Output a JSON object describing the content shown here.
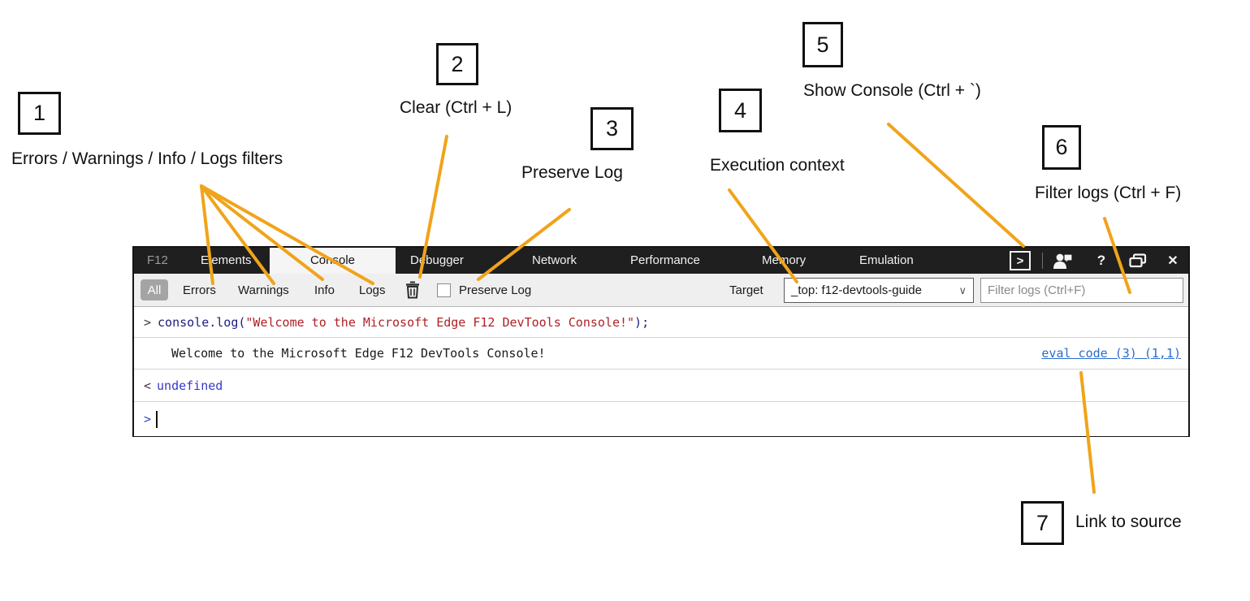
{
  "annotations": {
    "callouts": [
      {
        "num": "1",
        "label": "Errors / Warnings / Info / Logs filters"
      },
      {
        "num": "2",
        "label": "Clear (Ctrl + L)"
      },
      {
        "num": "3",
        "label": "Preserve Log"
      },
      {
        "num": "4",
        "label": "Execution context"
      },
      {
        "num": "5",
        "label": "Show Console (Ctrl + `)"
      },
      {
        "num": "6",
        "label": "Filter logs (Ctrl + F)"
      },
      {
        "num": "7",
        "label": "Link to source"
      }
    ],
    "lines": [
      [
        248,
        229,
        262,
        349
      ],
      [
        248,
        229,
        337,
        349
      ],
      [
        248,
        229,
        397,
        344
      ],
      [
        248,
        229,
        459,
        349
      ],
      [
        550,
        168,
        517,
        341
      ],
      [
        701,
        258,
        589,
        344
      ],
      [
        898,
        234,
        981,
        347
      ],
      [
        1094,
        153,
        1260,
        303
      ],
      [
        1360,
        269,
        1391,
        360
      ],
      [
        1331,
        459,
        1347,
        606
      ]
    ]
  },
  "colors": {
    "annotation_line": "#F0A41B",
    "tabbar_bg": "#1f1f1f",
    "active_tab_bg": "#f5f5f5",
    "link_blue": "#2a6bcf",
    "code_navy": "#1c1c7e",
    "code_string_red": "#b02025",
    "result_blue": "#3838c8"
  },
  "devtools": {
    "tabs": [
      {
        "label": "F12"
      },
      {
        "label": "Elements"
      },
      {
        "label": "Console"
      },
      {
        "label": "Debugger"
      },
      {
        "label": "Network"
      },
      {
        "label": "Performance"
      },
      {
        "label": "Memory"
      },
      {
        "label": "Emulation"
      }
    ],
    "titlebar": {
      "show_console_glyph": ">",
      "help_glyph": "?",
      "close_glyph": "✕"
    },
    "toolbar": {
      "all_label": "All",
      "errors_label": "Errors",
      "warnings_label": "Warnings",
      "info_label": "Info",
      "logs_label": "Logs",
      "preserve_log_label": "Preserve Log",
      "target_label": "Target",
      "target_value": "_top: f12-devtools-guide",
      "target_chevron": "∨",
      "filter_placeholder": "Filter logs (Ctrl+F)"
    },
    "console": {
      "input_prompt": ">",
      "code_prefix": "console.log(",
      "code_string": "\"Welcome to the Microsoft Edge F12 DevTools Console!\"",
      "code_suffix": ");",
      "log_message": "Welcome to the Microsoft Edge F12 DevTools Console!",
      "source_link": "eval code (3) (1,1)",
      "result_prompt": "<",
      "result_value": "undefined",
      "live_prompt": ">"
    }
  }
}
